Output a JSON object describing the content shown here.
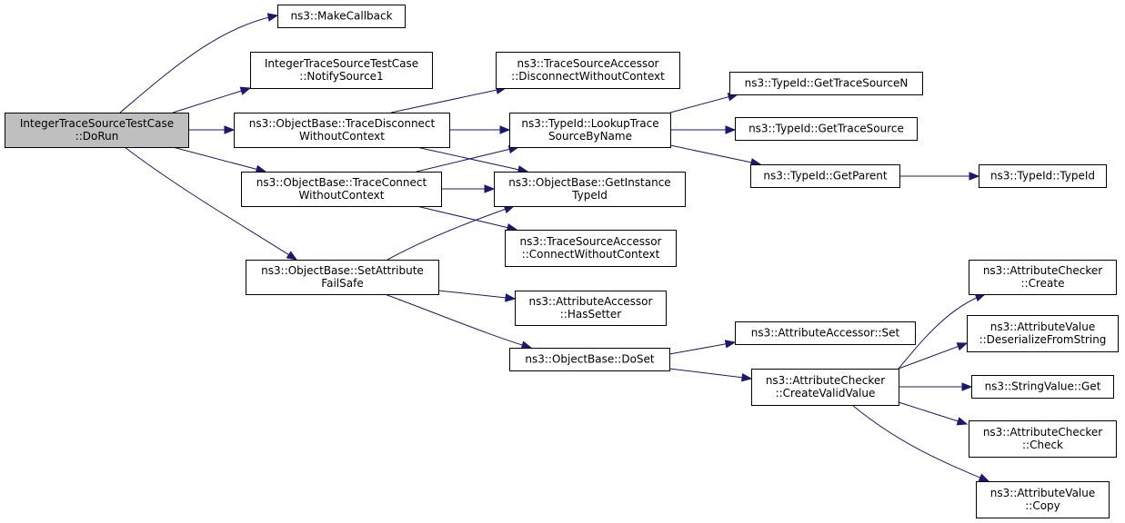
{
  "graph": {
    "nodes": [
      {
        "id": "dorun",
        "lines": [
          "IntegerTraceSourceTestCase",
          "::DoRun"
        ],
        "root": true
      },
      {
        "id": "makecallback",
        "lines": [
          "ns3::MakeCallback"
        ]
      },
      {
        "id": "notifysource1",
        "lines": [
          "IntegerTraceSourceTestCase",
          "::NotifySource1"
        ]
      },
      {
        "id": "tracedisconnect",
        "lines": [
          "ns3::ObjectBase::TraceDisconnect",
          "WithoutContext"
        ]
      },
      {
        "id": "traceconnect",
        "lines": [
          "ns3::ObjectBase::TraceConnect",
          "WithoutContext"
        ]
      },
      {
        "id": "setattrfailsafe",
        "lines": [
          "ns3::ObjectBase::SetAttribute",
          "FailSafe"
        ]
      },
      {
        "id": "tsa_disconnect",
        "lines": [
          "ns3::TraceSourceAccessor",
          "::DisconnectWithoutContext"
        ]
      },
      {
        "id": "lookuptrace",
        "lines": [
          "ns3::TypeId::LookupTrace",
          "SourceByName"
        ]
      },
      {
        "id": "getinstancetypeid",
        "lines": [
          "ns3::ObjectBase::GetInstance",
          "TypeId"
        ]
      },
      {
        "id": "tsa_connect",
        "lines": [
          "ns3::TraceSourceAccessor",
          "::ConnectWithoutContext"
        ]
      },
      {
        "id": "hassetter",
        "lines": [
          "ns3::AttributeAccessor",
          "::HasSetter"
        ]
      },
      {
        "id": "doset",
        "lines": [
          "ns3::ObjectBase::DoSet"
        ]
      },
      {
        "id": "gettracesourcen",
        "lines": [
          "ns3::TypeId::GetTraceSourceN"
        ]
      },
      {
        "id": "gettracesource",
        "lines": [
          "ns3::TypeId::GetTraceSource"
        ]
      },
      {
        "id": "getparent",
        "lines": [
          "ns3::TypeId::GetParent"
        ]
      },
      {
        "id": "typeid",
        "lines": [
          "ns3::TypeId::TypeId"
        ]
      },
      {
        "id": "accessorset",
        "lines": [
          "ns3::AttributeAccessor::Set"
        ]
      },
      {
        "id": "createvalidvalue",
        "lines": [
          "ns3::AttributeChecker",
          "::CreateValidValue"
        ]
      },
      {
        "id": "checkercreate",
        "lines": [
          "ns3::AttributeChecker",
          "::Create"
        ]
      },
      {
        "id": "deserialize",
        "lines": [
          "ns3::AttributeValue",
          "::DeserializeFromString"
        ]
      },
      {
        "id": "stringvalueget",
        "lines": [
          "ns3::StringValue::Get"
        ]
      },
      {
        "id": "checkercheck",
        "lines": [
          "ns3::AttributeChecker",
          "::Check"
        ]
      },
      {
        "id": "valuecopy",
        "lines": [
          "ns3::AttributeValue",
          "::Copy"
        ]
      }
    ],
    "edges": [
      [
        "dorun",
        "makecallback"
      ],
      [
        "dorun",
        "notifysource1"
      ],
      [
        "dorun",
        "tracedisconnect"
      ],
      [
        "dorun",
        "traceconnect"
      ],
      [
        "dorun",
        "setattrfailsafe"
      ],
      [
        "tracedisconnect",
        "tsa_disconnect"
      ],
      [
        "tracedisconnect",
        "lookuptrace"
      ],
      [
        "tracedisconnect",
        "getinstancetypeid"
      ],
      [
        "traceconnect",
        "lookuptrace"
      ],
      [
        "traceconnect",
        "getinstancetypeid"
      ],
      [
        "traceconnect",
        "tsa_connect"
      ],
      [
        "setattrfailsafe",
        "getinstancetypeid"
      ],
      [
        "setattrfailsafe",
        "hassetter"
      ],
      [
        "setattrfailsafe",
        "doset"
      ],
      [
        "lookuptrace",
        "gettracesourcen"
      ],
      [
        "lookuptrace",
        "gettracesource"
      ],
      [
        "lookuptrace",
        "getparent"
      ],
      [
        "getparent",
        "typeid"
      ],
      [
        "doset",
        "accessorset"
      ],
      [
        "doset",
        "createvalidvalue"
      ],
      [
        "createvalidvalue",
        "checkercreate"
      ],
      [
        "createvalidvalue",
        "deserialize"
      ],
      [
        "createvalidvalue",
        "stringvalueget"
      ],
      [
        "createvalidvalue",
        "checkercheck"
      ],
      [
        "createvalidvalue",
        "valuecopy"
      ]
    ]
  }
}
